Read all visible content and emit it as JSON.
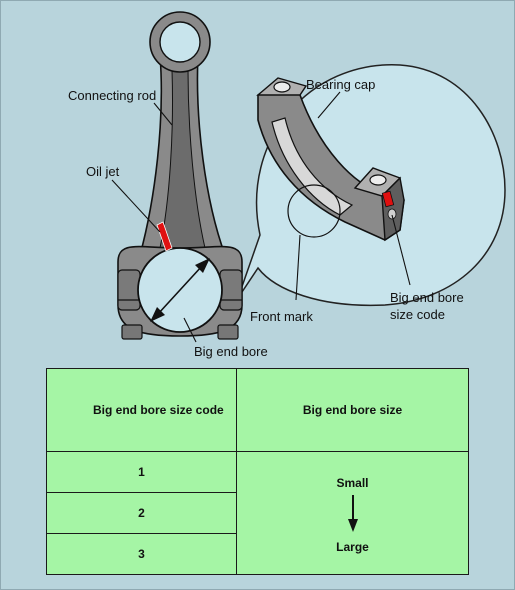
{
  "labels": {
    "connecting_rod": "Connecting rod",
    "oil_jet": "Oil jet",
    "bearing_cap": "Bearing cap",
    "front_mark": "Front mark",
    "big_end_bore": "Big end bore",
    "size_code_line1": "Big end bore",
    "size_code_line2": "size code"
  },
  "table": {
    "header_left": "Big end bore size code",
    "header_right": "Big end bore size",
    "codes": [
      "1",
      "2",
      "3"
    ],
    "small": "Small",
    "large": "Large"
  },
  "colors": {
    "background": "#b8d4dc",
    "metal": "#7a7a7a",
    "bore": "#c8e4ec",
    "table_fill": "#a5f5a5",
    "oil_jet": "#e01010"
  }
}
